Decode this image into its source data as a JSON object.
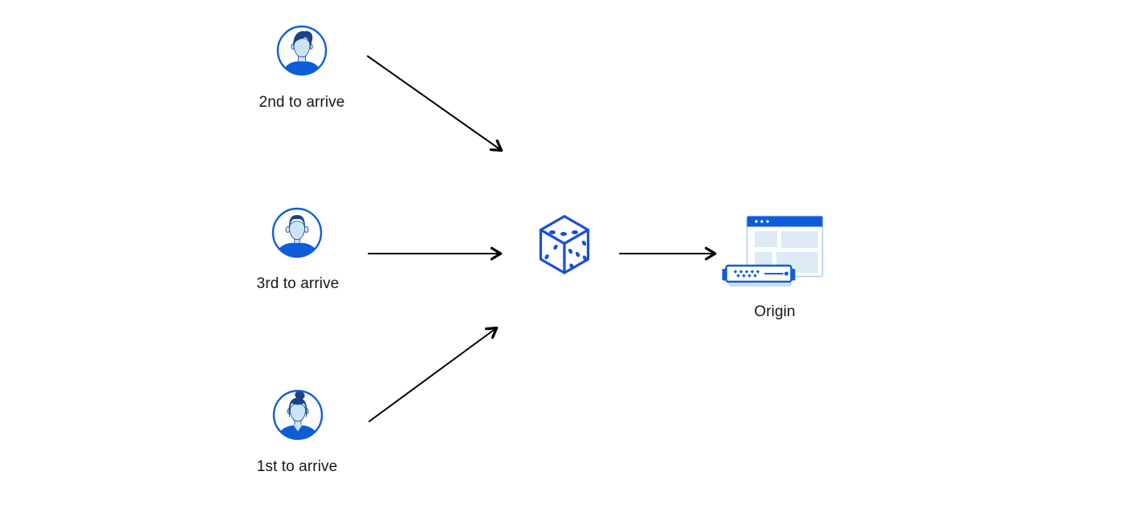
{
  "colors": {
    "primary_blue": "#0e5dd8",
    "dice_blue": "#1750d3",
    "hair_navy": "#1c4286",
    "skin_light_blue": "#cbe4f7",
    "panel_light_blue": "#dfeaf7",
    "server_base_blue": "#d4e7f8",
    "window_border_blue": "#aecdf0",
    "arrow_color": "#000000",
    "label_color": "#15171a",
    "background": "#ffffff"
  },
  "diagram": {
    "nodes": [
      {
        "id": "visitor-2nd",
        "label": "2nd to arrive",
        "icon": "user-avatar-icon"
      },
      {
        "id": "visitor-3rd",
        "label": "3rd to arrive",
        "icon": "user-avatar-icon"
      },
      {
        "id": "visitor-1st",
        "label": "1st to arrive",
        "icon": "user-avatar-icon"
      },
      {
        "id": "random-selector",
        "icon": "dice-icon"
      },
      {
        "id": "origin",
        "label": "Origin",
        "icon": "origin-server-icon"
      }
    ],
    "edges": [
      {
        "from": "visitor-2nd",
        "to": "random-selector"
      },
      {
        "from": "visitor-3rd",
        "to": "random-selector"
      },
      {
        "from": "visitor-1st",
        "to": "random-selector"
      },
      {
        "from": "random-selector",
        "to": "origin"
      }
    ]
  }
}
